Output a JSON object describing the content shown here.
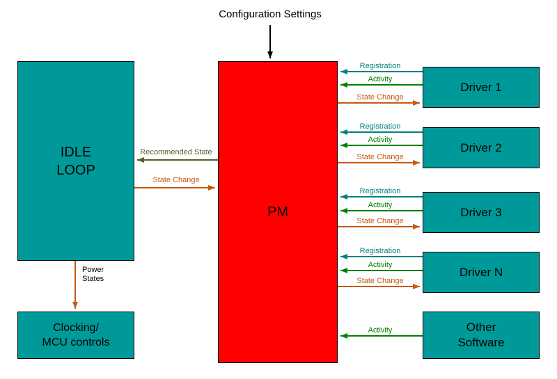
{
  "title": "Configuration Settings",
  "boxes": {
    "idle_loop": {
      "line1": "IDLE",
      "line2": "LOOP"
    },
    "pm": "PM",
    "clocking": {
      "line1": "Clocking/",
      "line2": "MCU controls"
    },
    "drivers": [
      "Driver 1",
      "Driver 2",
      "Driver 3",
      "Driver N"
    ],
    "other_software": {
      "line1": "Other",
      "line2": "Software"
    }
  },
  "labels": {
    "recommended_state": "Recommended State",
    "state_change": "State Change",
    "power_states": {
      "line1": "Power",
      "line2": "States"
    },
    "registration": "Registration",
    "activity": "Activity"
  },
  "colors": {
    "box_fill": "#009999",
    "pm_fill": "#ff0000",
    "registration_arrow": "#008080",
    "activity_arrow": "#008000",
    "state_change_arrow": "#C55A11",
    "recommended_state_arrow": "#4F6228",
    "config_arrow": "#000000"
  }
}
